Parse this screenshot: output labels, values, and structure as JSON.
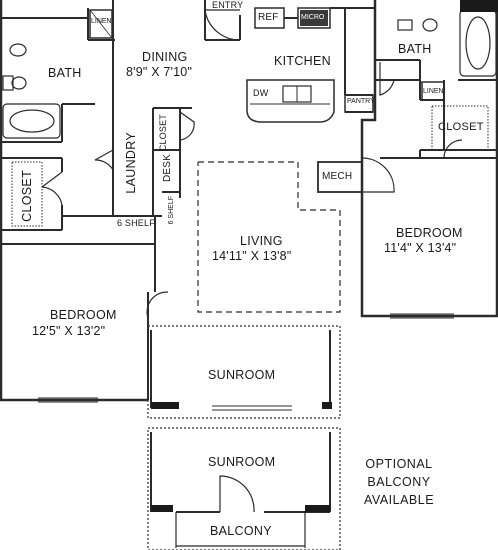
{
  "plan": {
    "entry": "ENTRY",
    "ref": "REF",
    "micro": "MICRO",
    "kitchen": "KITCHEN",
    "dw": "DW",
    "pantry": "PANTRY",
    "dining": {
      "name": "DINING",
      "size": "8'9\" X 7'10\""
    },
    "living": {
      "name": "LIVING",
      "size": "14'11\" X 13'8\""
    },
    "bath_left": "BATH",
    "bath_right": "BATH",
    "linen_left": "LINEN",
    "linen_right": "LINEN",
    "laundry": "LAUNDRY",
    "closet_small": "CLOSET",
    "desk": "DESK",
    "shelf_vertical": "6 SHELF",
    "shelf": "6 SHELF",
    "closet_left": "CLOSET",
    "closet_right": "CLOSET",
    "mech": "MECH",
    "bedroom_left": {
      "name": "BEDROOM",
      "size": "12'5\" X 13'2\""
    },
    "bedroom_right": {
      "name": "BEDROOM",
      "size": "11'4\" X 13'4\""
    },
    "sunroom": "SUNROOM",
    "alt_sunroom": "SUNROOM",
    "balcony": "BALCONY",
    "optional_note": [
      "OPTIONAL",
      "BALCONY",
      "AVAILABLE"
    ]
  }
}
